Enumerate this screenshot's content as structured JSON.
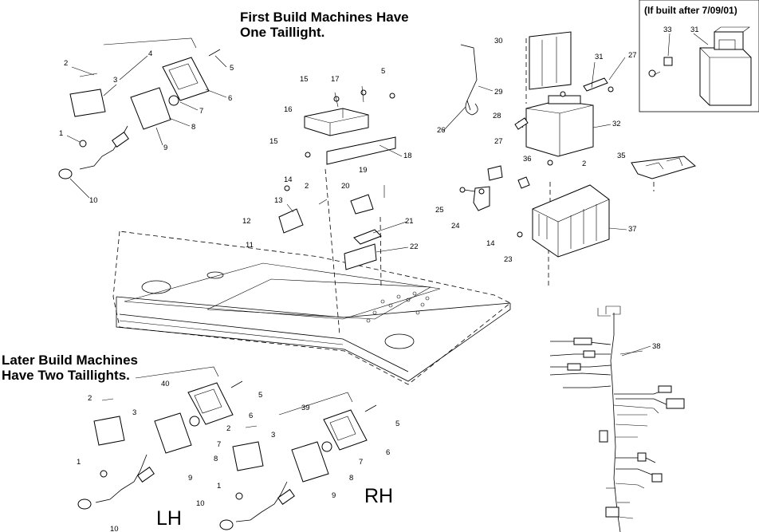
{
  "headings": {
    "first_build": "First Build Machines Have\nOne Taillight.",
    "later_build": "Later Build Machines\nHave Two Taillights."
  },
  "inset": {
    "note": "(If built after 7/09/01)"
  },
  "side_labels": {
    "lh": "LH",
    "rh": "RH"
  },
  "callouts": {
    "c1": "1",
    "c2": "2",
    "c3": "3",
    "c4": "4",
    "c5": "5",
    "c6": "6",
    "c7": "7",
    "c8": "8",
    "c9": "9",
    "c10": "10",
    "c11": "11",
    "c12": "12",
    "c13": "13",
    "c14": "14",
    "c15": "15",
    "c16": "16",
    "c17": "17",
    "c18": "18",
    "c19": "19",
    "c20": "20",
    "c21": "21",
    "c22": "22",
    "c23": "23",
    "c24": "24",
    "c25": "25",
    "c26": "26",
    "c27": "27",
    "c28": "28",
    "c29": "29",
    "c30": "30",
    "c31": "31",
    "c32": "32",
    "c33": "33",
    "c35": "35",
    "c36": "36",
    "c37": "37",
    "c38": "38",
    "c39": "39",
    "c40": "40"
  }
}
